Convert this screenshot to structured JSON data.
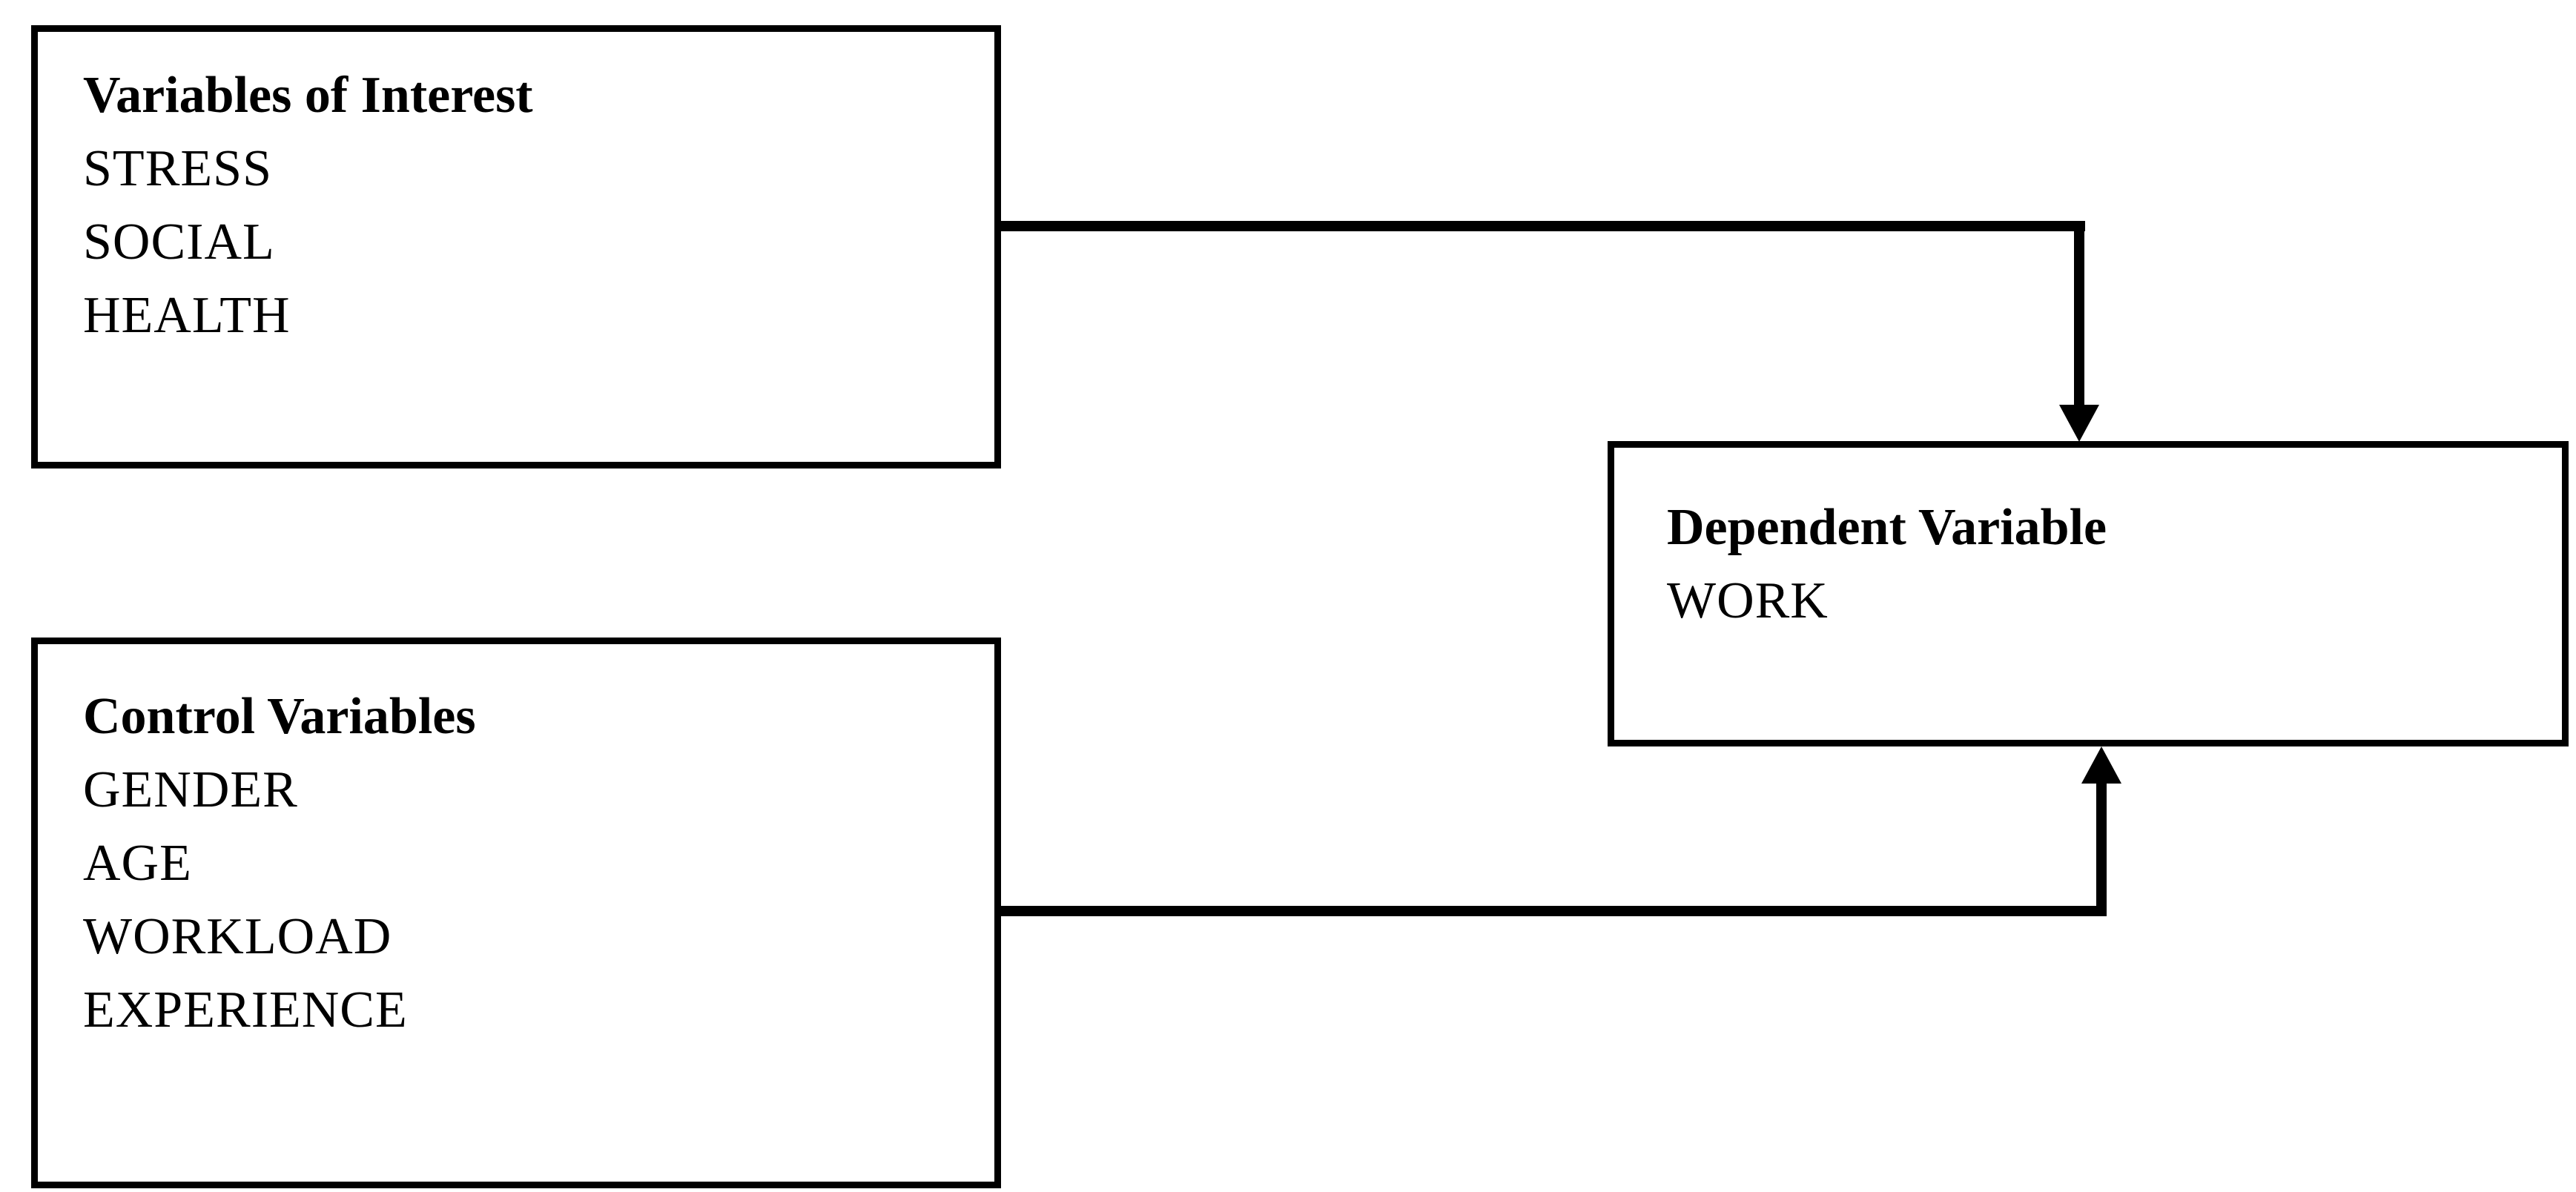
{
  "diagram": {
    "type": "conceptual-framework",
    "colors": {
      "background": "#ffffff",
      "line": "#000000",
      "text": "#000000"
    },
    "boxes": {
      "interest": {
        "title": "Variables of Interest",
        "items": [
          "STRESS",
          "SOCIAL",
          "HEALTH"
        ]
      },
      "control": {
        "title": "Control Variables",
        "items": [
          "GENDER",
          "AGE",
          "WORKLOAD",
          "EXPERIENCE"
        ]
      },
      "dependent": {
        "title": "Dependent Variable",
        "items": [
          "WORK"
        ]
      }
    },
    "connectors": [
      {
        "from": "Variables of Interest",
        "to": "Dependent Variable",
        "shape": "elbow",
        "arrow": "down-into-top"
      },
      {
        "from": "Control Variables",
        "to": "Dependent Variable",
        "shape": "elbow",
        "arrow": "up-into-bottom"
      }
    ]
  }
}
